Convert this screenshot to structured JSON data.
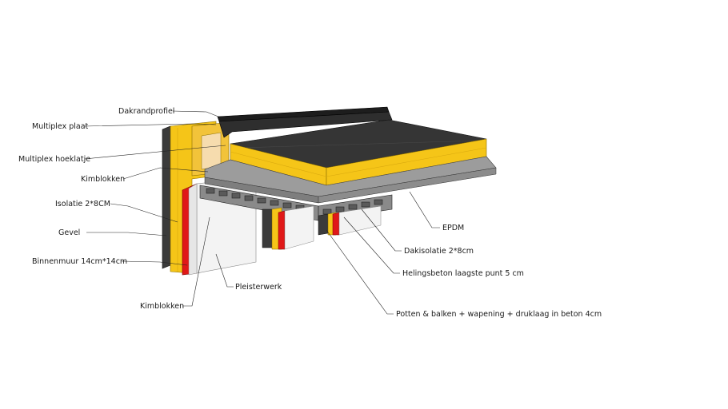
{
  "labels": {
    "dakrandprofiel": "Dakrandprofiel",
    "multiplex_plaat": "Multiplex plaat",
    "multiplex_hoeklatje": "Multiplex hoeklatje",
    "kimblokken_top": "Kimblokken",
    "isolatie": "Isolatie 2*8CM",
    "gevel": "Gevel",
    "binnenmuur": "Binnenmuur 14cm*14cm",
    "kimblokken_bottom": "Kimblokken",
    "pleisterwerk": "Pleisterwerk",
    "epdm": "EPDM",
    "dakisolatie": "Dakisolatie 2*8cm",
    "helingsbeton": "Helingsbeton laagste punt 5 cm",
    "potten_balken": "Potten & balken + wapening + druklaag in beton 4cm"
  },
  "colors": {
    "insulation": "#f5c518",
    "insulation_dark": "#d9a90f",
    "epdm": "#2b2b2b",
    "epdm_top": "#3a3a3a",
    "red_block": "#e01818",
    "masonry": "#3b3b3b",
    "concrete": "#a8a8a8",
    "plaster": "#f0f0f0"
  }
}
